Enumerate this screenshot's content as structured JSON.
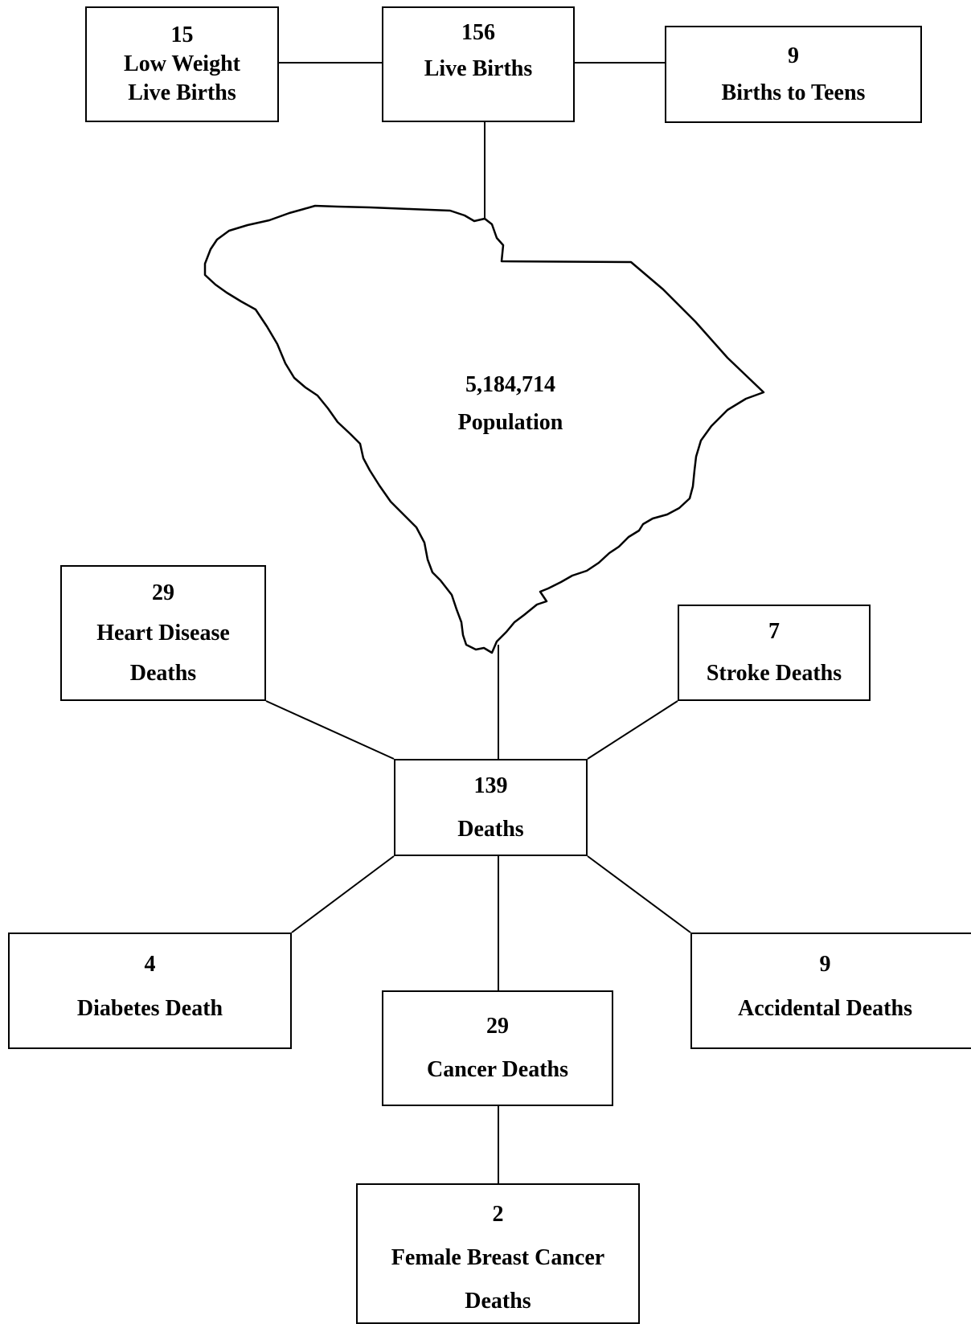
{
  "population": {
    "value": "5,184,714",
    "label": "Population"
  },
  "births": {
    "live": {
      "value": "156",
      "label": "Live Births"
    },
    "low_weight": {
      "value": "15",
      "line1": "Low Weight",
      "line2": "Live Births"
    },
    "teens": {
      "value": "9",
      "label": "Births to Teens"
    }
  },
  "deaths": {
    "total": {
      "value": "139",
      "label": "Deaths"
    },
    "heart": {
      "value": "29",
      "line1": "Heart Disease",
      "line2": "Deaths"
    },
    "stroke": {
      "value": "7",
      "label": "Stroke Deaths"
    },
    "diabetes": {
      "value": "4",
      "label": "Diabetes Death"
    },
    "cancer": {
      "value": "29",
      "label": "Cancer Deaths"
    },
    "accidental": {
      "value": "9",
      "label": "Accidental Deaths"
    },
    "breast_cancer": {
      "value": "2",
      "line1": "Female Breast Cancer",
      "line2": "Deaths"
    }
  }
}
